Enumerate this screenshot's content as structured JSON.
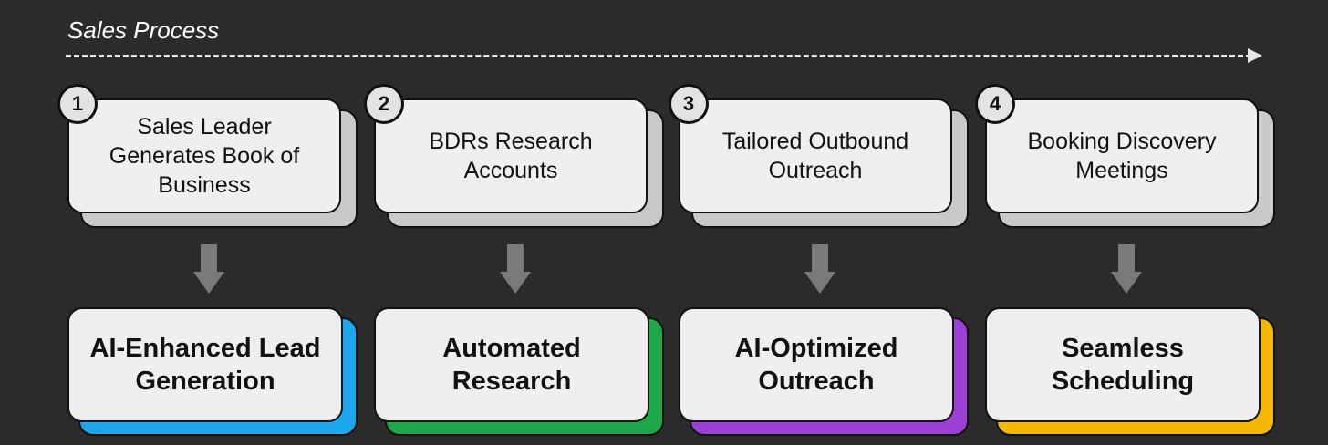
{
  "title": "Sales Process",
  "steps": [
    {
      "number": "1",
      "label": "Sales Leader Generates Book of Business"
    },
    {
      "number": "2",
      "label": "BDRs Research Accounts"
    },
    {
      "number": "3",
      "label": "Tailored Outbound Outreach"
    },
    {
      "number": "4",
      "label": "Booking Discovery Meetings"
    }
  ],
  "benefits": [
    {
      "label": "AI-Enhanced Lead Generation",
      "color": "#1aa7ec"
    },
    {
      "label": "Automated Research",
      "color": "#1ea64a"
    },
    {
      "label": "AI-Optimized Outreach",
      "color": "#9b3fd6"
    },
    {
      "label": "Seamless Scheduling",
      "color": "#f5b800"
    }
  ]
}
